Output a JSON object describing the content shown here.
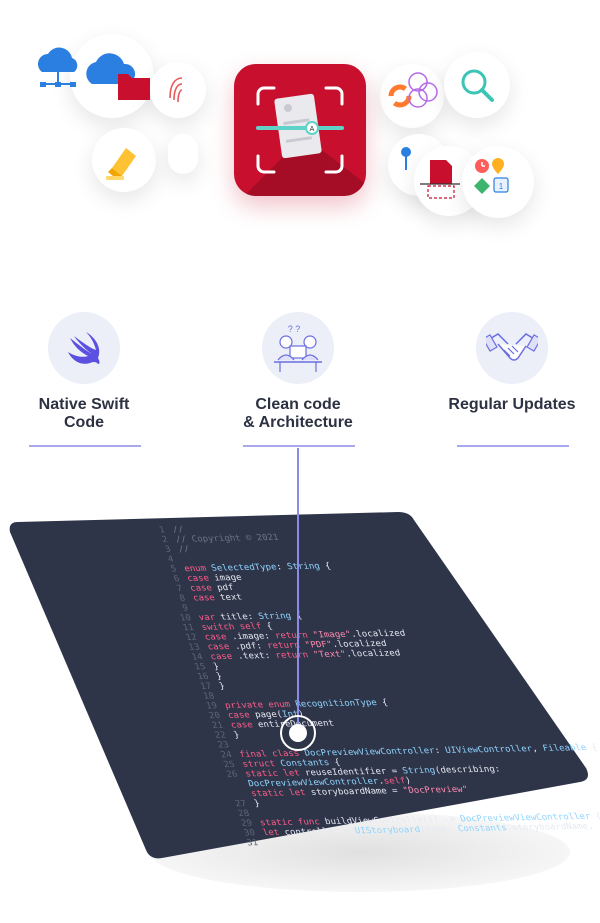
{
  "colors": {
    "brand_red": "#c8102e",
    "accent_purple": "#7d7ee8",
    "text_dark": "#2d3142",
    "code_bg": "#2f3549",
    "line_number": "#5b6478",
    "comment": "#6b7388",
    "keyword": "#ff5c8a",
    "type": "#8fd4ff",
    "string": "#ff8ab0",
    "plain": "#e6e9f2"
  },
  "icons": {
    "top_left": [
      "cloud-network-icon",
      "cloud-folder-icon",
      "fingerprint-icon",
      "highlighter-icon"
    ],
    "center": "document-scanner-app-icon",
    "top_right": [
      "color-palette-icon",
      "search-icon",
      "location-pin-icon",
      "pdf-crop-icon",
      "clock-tag-calendar-icon"
    ]
  },
  "features": [
    {
      "title_line1": "Native Swift",
      "title_line2": "Code",
      "icon": "swift-icon"
    },
    {
      "title_line1": "Clean code",
      "title_line2": "& Architecture",
      "icon": "developers-icon"
    },
    {
      "title_line1": "Regular Updates",
      "title_line2": "",
      "icon": "handshake-icon"
    }
  ],
  "code_lines": [
    {
      "n": "1",
      "t": "//"
    },
    {
      "n": "2",
      "t": "//  Copyright © 2021"
    },
    {
      "n": "3",
      "t": "//"
    },
    {
      "n": "4",
      "t": ""
    },
    {
      "n": "5",
      "t": "enum SelectedType: String {"
    },
    {
      "n": "6",
      "t": "    case image"
    },
    {
      "n": "7",
      "t": "    case pdf"
    },
    {
      "n": "8",
      "t": "    case text"
    },
    {
      "n": "9",
      "t": ""
    },
    {
      "n": "10",
      "t": "    var title: String {"
    },
    {
      "n": "11",
      "t": "        switch self {"
    },
    {
      "n": "12",
      "t": "        case .image: return \"Image\".localized"
    },
    {
      "n": "13",
      "t": "        case .pdf: return \"PDF\".localized"
    },
    {
      "n": "14",
      "t": "        case .text: return \"Text\".localized"
    },
    {
      "n": "15",
      "t": "        }"
    },
    {
      "n": "16",
      "t": "    }"
    },
    {
      "n": "17",
      "t": "}"
    },
    {
      "n": "18",
      "t": ""
    },
    {
      "n": "19",
      "t": "private enum RecognitionType {"
    },
    {
      "n": "20",
      "t": "    case page(Int)"
    },
    {
      "n": "21",
      "t": "    case entireDocument"
    },
    {
      "n": "22",
      "t": "}"
    },
    {
      "n": "23",
      "t": ""
    },
    {
      "n": "24",
      "t": "final class DocPreviewViewController: UIViewController, Fileable {"
    },
    {
      "n": "25",
      "t": "    struct Constants {"
    },
    {
      "n": "26",
      "t": "        static let reuseIdentifier = String(describing:"
    },
    {
      "n": "",
      "t": "            DocPreviewViewController.self)"
    },
    {
      "n": "",
      "t": "        static let storyboardName = \"DocPreview\""
    },
    {
      "n": "27",
      "t": "    }"
    },
    {
      "n": "28",
      "t": ""
    },
    {
      "n": "29",
      "t": "    static func buildViewController() -> DocPreviewViewController {"
    },
    {
      "n": "30",
      "t": "        let controller = UIStoryboard(name: Constants.storyboardName,"
    },
    {
      "n": "31",
      "t": ""
    }
  ]
}
